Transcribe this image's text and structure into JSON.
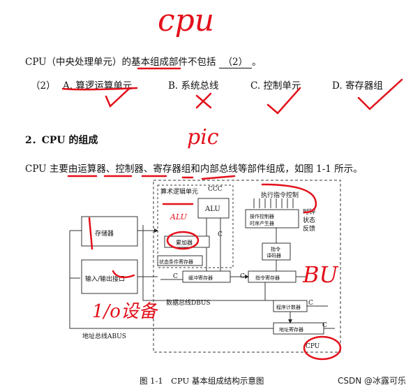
{
  "question": {
    "stem": "CPU（中央处理单元）的基本组成部件不包括",
    "blank": "（2）",
    "stem_end": "。",
    "number": "（2）",
    "options": [
      {
        "letter": "A.",
        "text": "算逻运算单元"
      },
      {
        "letter": "B.",
        "text": "系统总线"
      },
      {
        "letter": "C.",
        "text": "控制单元"
      },
      {
        "letter": "D.",
        "text": "寄存器组"
      }
    ]
  },
  "section": {
    "title": "2．CPU 的组成",
    "body": "CPU 主要由运算器、控制器、寄存器组和内部总线等部件组成，如图 1-1 所示。"
  },
  "diagram": {
    "alu_group_label": "算术逻辑单元",
    "ccc": "CCC",
    "alu": "ALU",
    "accumulator": "累加器",
    "status_reg": "状态条件寄存器",
    "buffer_reg": "缓冲寄存器",
    "instr_reg": "指令寄存器",
    "decoder_line1": "指令",
    "decoder_line2": "译码器",
    "exec_control": "执行指令控制",
    "timing_line1": "操作控制器",
    "timing_line2": "时序产生器",
    "clock": "时钟",
    "status": "状态",
    "feedback": "反馈",
    "pc": "程序计数器",
    "addr_reg": "地址寄存器",
    "memory": "存储器",
    "io": "输入/输出接口",
    "dbus": "数据总线DBUS",
    "abus": "地址总线ABUS",
    "cpu": "CPU",
    "c": "C"
  },
  "annotations": {
    "cpu_title": "cpu",
    "alu_mark": "ALU",
    "bus_mark": "BU",
    "pic_mark": "pic",
    "io_mark": "1/o设备"
  },
  "caption": "图 1-1　CPU 基本组成结构示意图",
  "watermark": "CSDN @冰露可乐"
}
